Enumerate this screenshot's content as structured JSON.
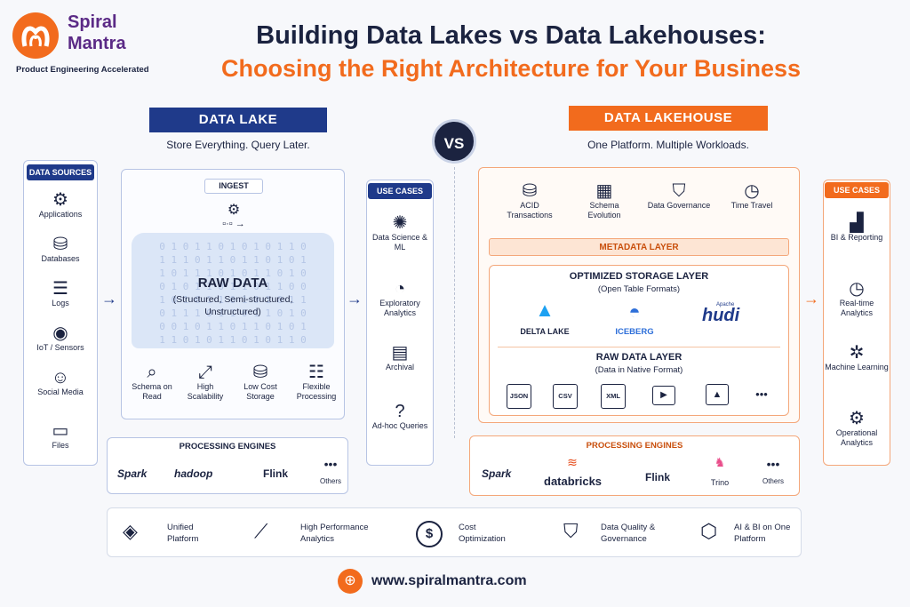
{
  "brand": {
    "line1": "Spiral",
    "line2": "Mantra",
    "tagline": "Product Engineering Accelerated"
  },
  "title": {
    "line1": "Building Data Lakes vs Data Lakehouses:",
    "line2": "Choosing the Right Architecture for Your Business"
  },
  "vs": "VS",
  "lake": {
    "header": "DATA LAKE",
    "subtitle": "Store Everything.  Query Later.",
    "sources_title": "DATA SOURCES",
    "sources": [
      "Applications",
      "Databases",
      "Logs",
      "IoT / Sensors",
      "Social Media",
      "Files"
    ],
    "ingest": "INGEST",
    "raw_title": "RAW DATA",
    "raw_desc": "(Structured, Semi-structured, Unstructured)",
    "features": [
      "Schema on Read",
      "High Scalability",
      "Low Cost Storage",
      "Flexible Processing"
    ],
    "use_cases_title": "USE CASES",
    "use_cases": [
      "Data Science & ML",
      "Exploratory Analytics",
      "Archival",
      "Ad-hoc Queries"
    ],
    "engines_title": "PROCESSING ENGINES",
    "engines": [
      "Spark",
      "hadoop",
      "Flink"
    ],
    "engines_other": "Others"
  },
  "lakehouse": {
    "header": "DATA LAKEHOUSE",
    "subtitle": "One Platform.  Multiple Workloads.",
    "caps": [
      "ACID Transactions",
      "Schema Evolution",
      "Data Governance",
      "Time Travel"
    ],
    "metadata": "METADATA LAYER",
    "storage_title": "OPTIMIZED STORAGE LAYER",
    "storage_sub": "(Open Table Formats)",
    "formats": [
      "DELTA LAKE",
      "ICEBERG",
      "hudi"
    ],
    "format_apache": "Apache",
    "raw_title": "RAW DATA LAYER",
    "raw_sub": "(Data in Native Format)",
    "file_types": [
      "JSON",
      "CSV",
      "XML"
    ],
    "use_cases_title": "USE CASES",
    "use_cases": [
      "BI & Reporting",
      "Real-time Analytics",
      "Machine Learning",
      "Operational Analytics"
    ],
    "engines_title": "PROCESSING ENGINES",
    "engines": [
      "Spark",
      "databricks",
      "Flink",
      "Trino"
    ],
    "engines_other": "Others"
  },
  "bottom": [
    "Unified Platform",
    "High Performance Analytics",
    "Cost Optimization",
    "Data Quality & Governance",
    "AI & BI on One Platform"
  ],
  "website": "www.spiralmantra.com",
  "colors": {
    "navy": "#1f3a8a",
    "orange": "#f26b1d",
    "purple": "#5b2a86"
  }
}
